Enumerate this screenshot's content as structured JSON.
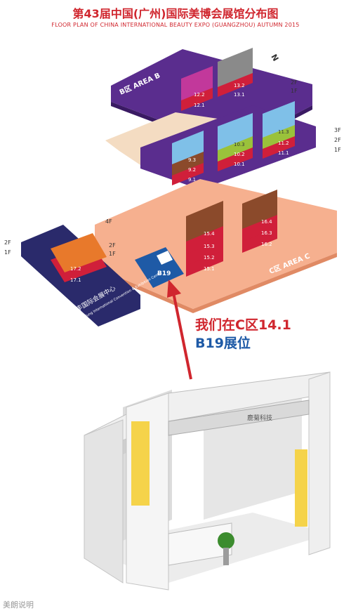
{
  "header": {
    "title": "第43届中国(广州)国际美博会展馆分布图",
    "subtitle": "FLOOR PLAN OF CHINA INTERNATIONAL BEAUTY EXPO (GUANGZHOU) AUTUMN 2015"
  },
  "compass": {
    "label": "N"
  },
  "areas": {
    "b": {
      "label": "B区 AREA B"
    },
    "c": {
      "label": "C区 AREA C"
    },
    "nanfeng": {
      "label_cn": "南丰国际会展中心",
      "label_en": "Nan Fung International Convention & Exhibition Center"
    }
  },
  "floors": {
    "two": "2F",
    "one": "1F",
    "three": "3F",
    "four": "4F"
  },
  "halls": {
    "h12_2": "12.2",
    "h12_1": "12.1",
    "h13_2": "13.2",
    "h13_1": "13.1",
    "h9_3": "9.3",
    "h9_2": "9.2",
    "h9_1": "9.1",
    "h10_3": "10.3",
    "h10_2": "10.2",
    "h10_1": "10.1",
    "h11_3": "11.3",
    "h11_2": "11.2",
    "h11_1": "11.1",
    "h15_4": "15.4",
    "h15_3": "15.3",
    "h15_2": "15.2",
    "h15_1": "15.1",
    "h16_4": "16.4",
    "h16_3": "16.3",
    "h16_2": "16.2",
    "h17_2": "17.2",
    "h17_1": "17.1",
    "b19": "B19"
  },
  "booth_callout": {
    "line1": "我们在C区14.1",
    "line2": "B19展位"
  },
  "booth_render": {
    "sign": "鹿菊科技"
  },
  "watermark": "美朗说明",
  "colors": {
    "title_red": "#d0262e",
    "area_b": "#5a2d8e",
    "area_c": "#f6b08f",
    "booth_blue": "#1e5aa6"
  }
}
